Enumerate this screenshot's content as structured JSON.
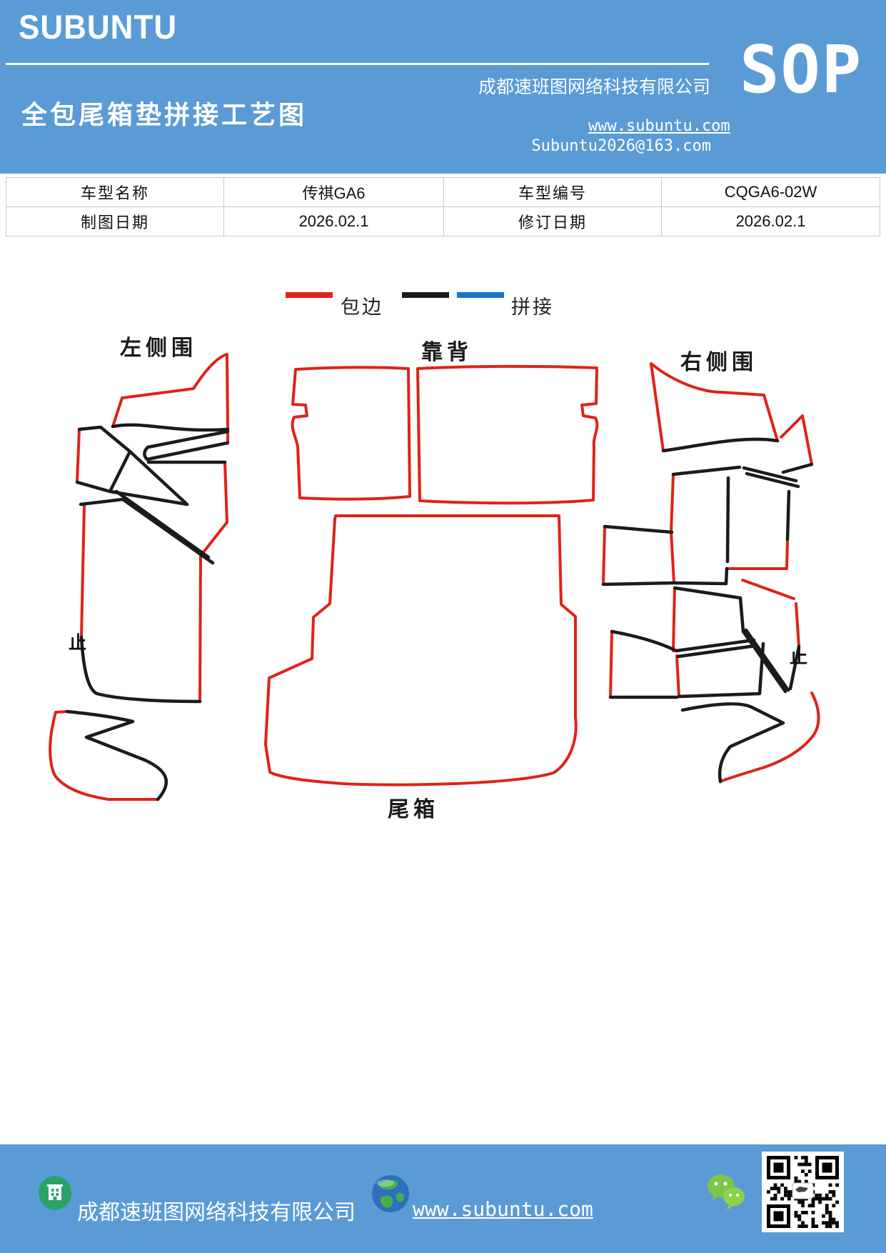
{
  "colors": {
    "brand_blue": "#5B9BD5",
    "edge_red": "#DE231B",
    "stitch_black": "#1B1B1B",
    "stitch_blue": "#1577C8",
    "wechat_green": "#7BC549",
    "building_icon_green": "#2AA168"
  },
  "header": {
    "logo": "SUBUNTU",
    "company": "成都速班图网络科技有限公司",
    "title": "全包尾箱垫拼接工艺图",
    "sop_label": "SOP",
    "website": "www.subuntu.com",
    "email": "Subuntu2026@163.com"
  },
  "info_table": {
    "rows": [
      {
        "label1": "车型名称",
        "value1": "传祺GA6",
        "label2": "车型编号",
        "value2": "CQGA6-02W"
      },
      {
        "label1": "制图日期",
        "value1": "2026.02.1",
        "label2": "修订日期",
        "value2": "2026.02.1"
      }
    ]
  },
  "legend": {
    "edge_label": "包边",
    "stitch_label": "拼接"
  },
  "diagram": {
    "labels": {
      "left_panel": "左侧围",
      "backrest": "靠背",
      "right_panel": "右侧围",
      "trunk": "尾箱",
      "stop_mark_left": "止",
      "stop_mark_right": "止"
    }
  },
  "footer": {
    "company": "成都速班图网络科技有限公司",
    "website": "www.subuntu.com"
  }
}
